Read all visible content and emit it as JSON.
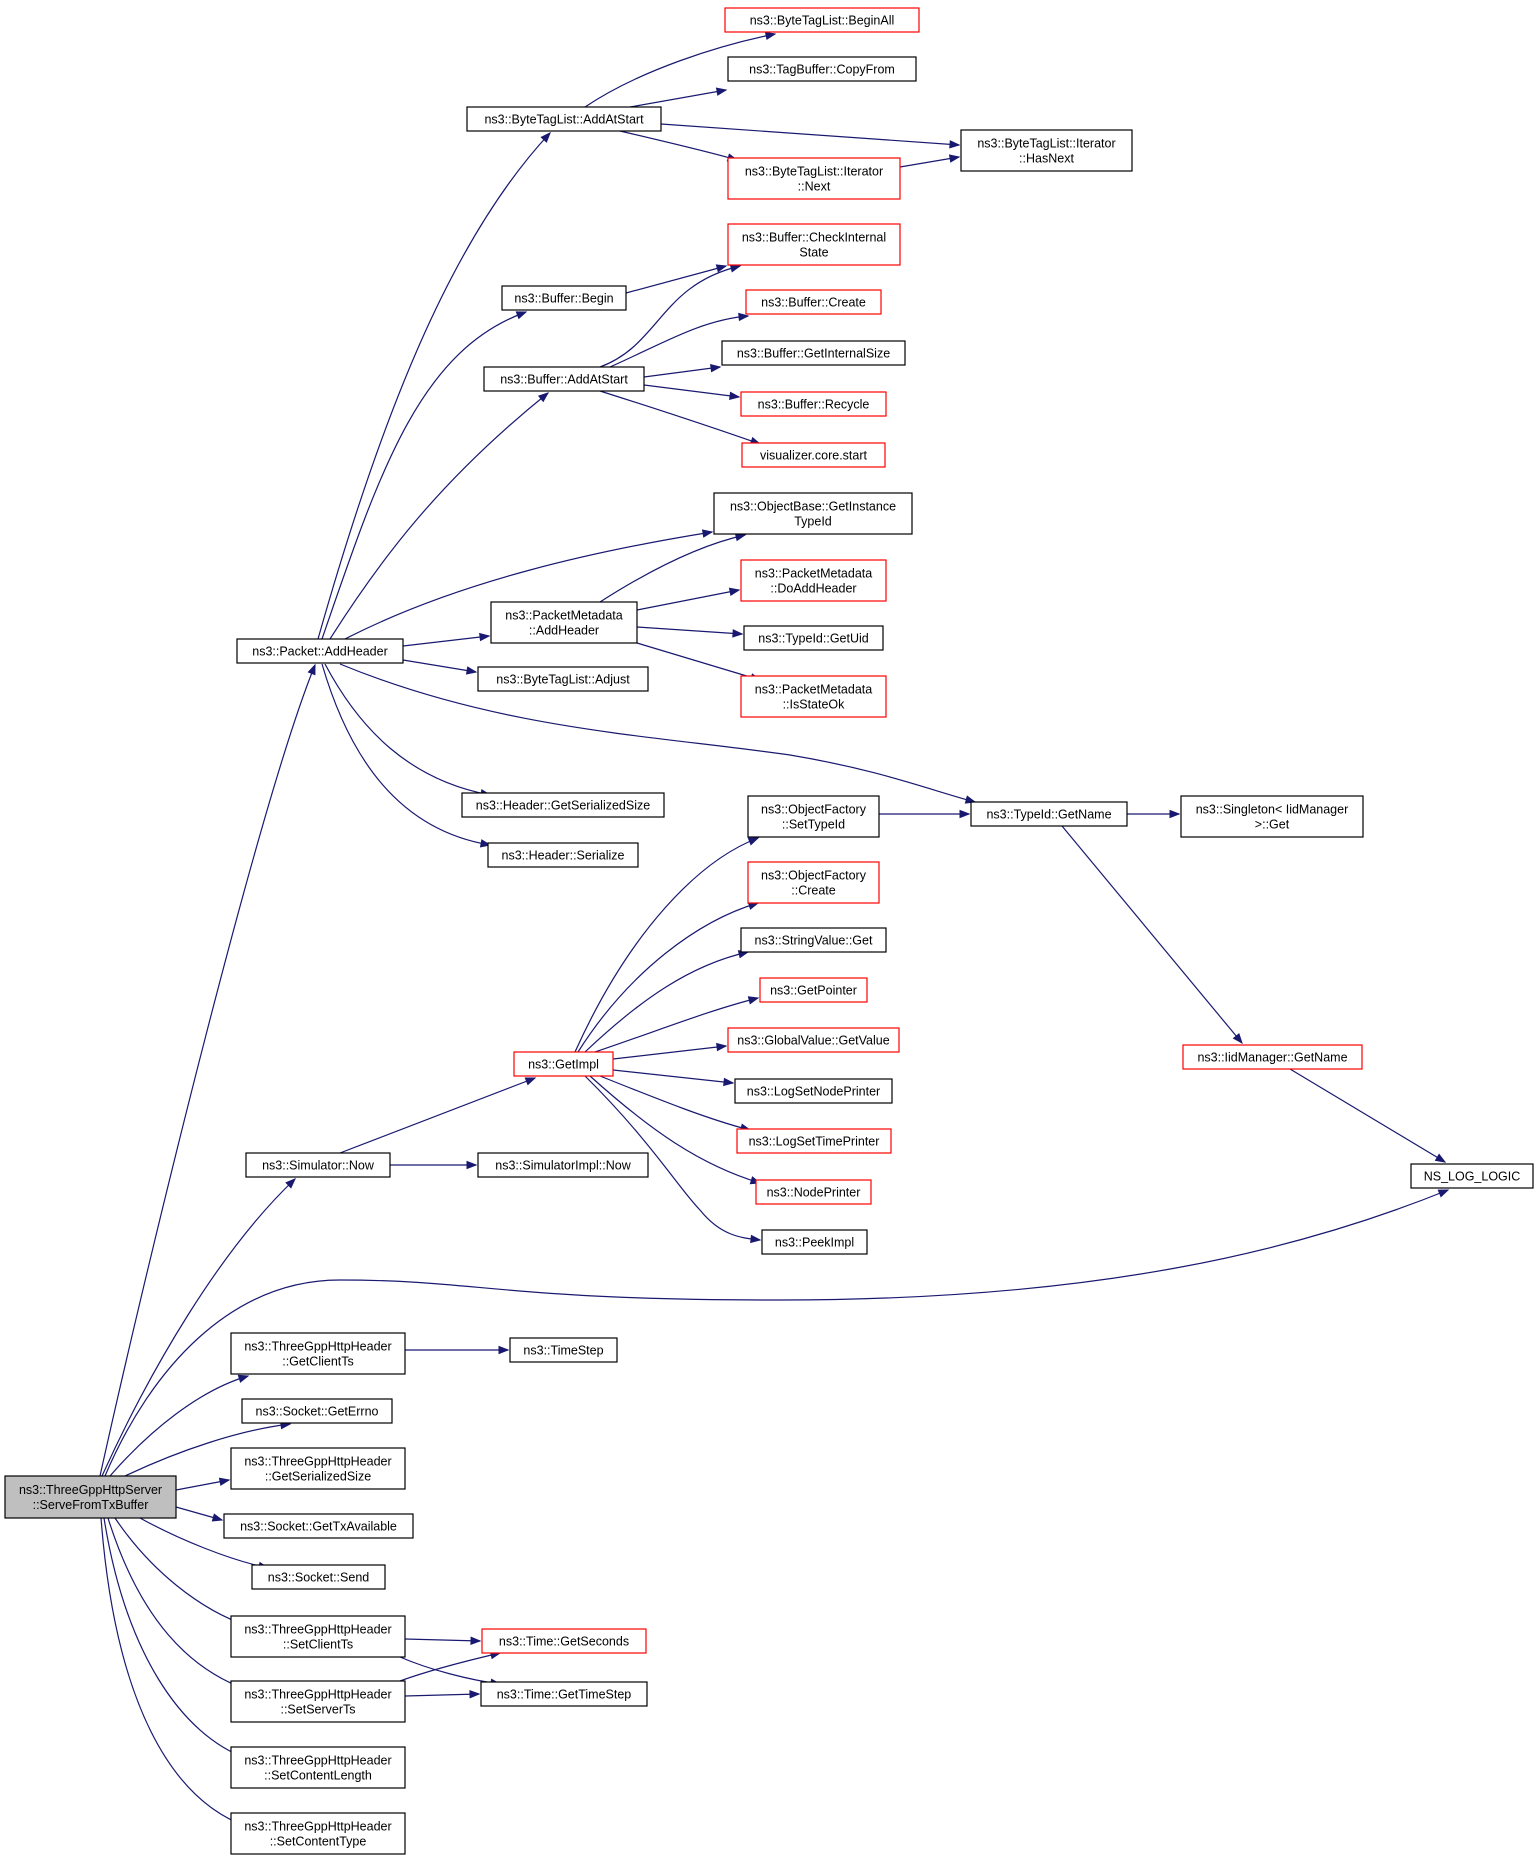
{
  "graph": {
    "colors": {
      "edge": "#191970",
      "box_border": "#000000",
      "truncated_border": "#ff0000",
      "root_fill": "#bfbfbf",
      "box_fill": "#ffffff"
    },
    "legend_note": "red border = node with further (truncated) calls",
    "nodes": [
      {
        "id": "root",
        "lines": [
          "ns3::ThreeGppHttpServer",
          "::ServeFromTxBuffer"
        ],
        "style": "root"
      },
      {
        "id": "packet_addheader",
        "lines": [
          "ns3::Packet::AddHeader"
        ],
        "style": "normal"
      },
      {
        "id": "simulator_now",
        "lines": [
          "ns3::Simulator::Now"
        ],
        "style": "normal"
      },
      {
        "id": "hdr_getclientts",
        "lines": [
          "ns3::ThreeGppHttpHeader",
          "::GetClientTs"
        ],
        "style": "normal"
      },
      {
        "id": "socket_geterrno",
        "lines": [
          "ns3::Socket::GetErrno"
        ],
        "style": "normal"
      },
      {
        "id": "hdr_getserializedsize",
        "lines": [
          "ns3::ThreeGppHttpHeader",
          "::GetSerializedSize"
        ],
        "style": "normal"
      },
      {
        "id": "socket_gettxavailable",
        "lines": [
          "ns3::Socket::GetTxAvailable"
        ],
        "style": "normal"
      },
      {
        "id": "socket_send",
        "lines": [
          "ns3::Socket::Send"
        ],
        "style": "normal"
      },
      {
        "id": "hdr_setclientts",
        "lines": [
          "ns3::ThreeGppHttpHeader",
          "::SetClientTs"
        ],
        "style": "normal"
      },
      {
        "id": "hdr_setserverts",
        "lines": [
          "ns3::ThreeGppHttpHeader",
          "::SetServerTs"
        ],
        "style": "normal"
      },
      {
        "id": "hdr_setcontentlength",
        "lines": [
          "ns3::ThreeGppHttpHeader",
          "::SetContentLength"
        ],
        "style": "normal"
      },
      {
        "id": "hdr_setcontenttype",
        "lines": [
          "ns3::ThreeGppHttpHeader",
          "::SetContentType"
        ],
        "style": "normal"
      },
      {
        "id": "btl_addatstart",
        "lines": [
          "ns3::ByteTagList::AddAtStart"
        ],
        "style": "normal"
      },
      {
        "id": "buffer_begin",
        "lines": [
          "ns3::Buffer::Begin"
        ],
        "style": "normal"
      },
      {
        "id": "buffer_addatstart",
        "lines": [
          "ns3::Buffer::AddAtStart"
        ],
        "style": "normal"
      },
      {
        "id": "pm_addheader",
        "lines": [
          "ns3::PacketMetadata",
          "::AddHeader"
        ],
        "style": "normal"
      },
      {
        "id": "btl_adjust",
        "lines": [
          "ns3::ByteTagList::Adjust"
        ],
        "style": "normal"
      },
      {
        "id": "header_getserializedsize",
        "lines": [
          "ns3::Header::GetSerializedSize"
        ],
        "style": "normal"
      },
      {
        "id": "header_serialize",
        "lines": [
          "ns3::Header::Serialize"
        ],
        "style": "normal"
      },
      {
        "id": "getimpl",
        "lines": [
          "ns3::GetImpl"
        ],
        "style": "truncated"
      },
      {
        "id": "simimpl_now",
        "lines": [
          "ns3::SimulatorImpl::Now"
        ],
        "style": "normal"
      },
      {
        "id": "timestep",
        "lines": [
          "ns3::TimeStep"
        ],
        "style": "normal"
      },
      {
        "id": "time_getseconds",
        "lines": [
          "ns3::Time::GetSeconds"
        ],
        "style": "truncated"
      },
      {
        "id": "time_gettimestep",
        "lines": [
          "ns3::Time::GetTimeStep"
        ],
        "style": "normal"
      },
      {
        "id": "btl_beginall",
        "lines": [
          "ns3::ByteTagList::BeginAll"
        ],
        "style": "truncated"
      },
      {
        "id": "tagbuffer_copyfrom",
        "lines": [
          "ns3::TagBuffer::CopyFrom"
        ],
        "style": "normal"
      },
      {
        "id": "btl_it_next",
        "lines": [
          "ns3::ByteTagList::Iterator",
          "::Next"
        ],
        "style": "truncated"
      },
      {
        "id": "btl_it_hasnext",
        "lines": [
          "ns3::ByteTagList::Iterator",
          "::HasNext"
        ],
        "style": "normal"
      },
      {
        "id": "buffer_checkinternalstate",
        "lines": [
          "ns3::Buffer::CheckInternal",
          "State"
        ],
        "style": "truncated"
      },
      {
        "id": "buffer_create",
        "lines": [
          "ns3::Buffer::Create"
        ],
        "style": "truncated"
      },
      {
        "id": "buffer_getinternalsize",
        "lines": [
          "ns3::Buffer::GetInternalSize"
        ],
        "style": "normal"
      },
      {
        "id": "buffer_recycle",
        "lines": [
          "ns3::Buffer::Recycle"
        ],
        "style": "truncated"
      },
      {
        "id": "viz_core_start",
        "lines": [
          "visualizer.core.start"
        ],
        "style": "truncated"
      },
      {
        "id": "objbase_getinstancetypeid",
        "lines": [
          "ns3::ObjectBase::GetInstance",
          "TypeId"
        ],
        "style": "normal"
      },
      {
        "id": "pm_doaddheader",
        "lines": [
          "ns3::PacketMetadata",
          "::DoAddHeader"
        ],
        "style": "truncated"
      },
      {
        "id": "typeid_getuid",
        "lines": [
          "ns3::TypeId::GetUid"
        ],
        "style": "normal"
      },
      {
        "id": "pm_isstateok",
        "lines": [
          "ns3::PacketMetadata",
          "::IsStateOk"
        ],
        "style": "truncated"
      },
      {
        "id": "objfactory_settypeid",
        "lines": [
          "ns3::ObjectFactory",
          "::SetTypeId"
        ],
        "style": "normal"
      },
      {
        "id": "typeid_getname",
        "lines": [
          "ns3::TypeId::GetName"
        ],
        "style": "normal"
      },
      {
        "id": "singleton_get",
        "lines": [
          "ns3::Singleton< IidManager",
          ">::Get"
        ],
        "style": "normal"
      },
      {
        "id": "objfactory_create",
        "lines": [
          "ns3::ObjectFactory",
          "::Create"
        ],
        "style": "truncated"
      },
      {
        "id": "stringvalue_get",
        "lines": [
          "ns3::StringValue::Get"
        ],
        "style": "normal"
      },
      {
        "id": "getpointer",
        "lines": [
          "ns3::GetPointer"
        ],
        "style": "truncated"
      },
      {
        "id": "globalvalue_getvalue",
        "lines": [
          "ns3::GlobalValue::GetValue"
        ],
        "style": "truncated"
      },
      {
        "id": "logsetnodeprinter",
        "lines": [
          "ns3::LogSetNodePrinter"
        ],
        "style": "normal"
      },
      {
        "id": "logsettimeprinter",
        "lines": [
          "ns3::LogSetTimePrinter"
        ],
        "style": "truncated"
      },
      {
        "id": "nodeprinter",
        "lines": [
          "ns3::NodePrinter"
        ],
        "style": "truncated"
      },
      {
        "id": "peekimpl",
        "lines": [
          "ns3::PeekImpl"
        ],
        "style": "normal"
      },
      {
        "id": "iidmanager_getname",
        "lines": [
          "ns3::IidManager::GetName"
        ],
        "style": "truncated"
      },
      {
        "id": "ns_log_logic",
        "lines": [
          "NS_LOG_LOGIC"
        ],
        "style": "normal"
      }
    ],
    "edges": [
      {
        "from": "root",
        "to": "packet_addheader"
      },
      {
        "from": "root",
        "to": "simulator_now"
      },
      {
        "from": "root",
        "to": "ns_log_logic"
      },
      {
        "from": "root",
        "to": "hdr_getclientts"
      },
      {
        "from": "root",
        "to": "socket_geterrno"
      },
      {
        "from": "root",
        "to": "hdr_getserializedsize"
      },
      {
        "from": "root",
        "to": "socket_gettxavailable"
      },
      {
        "from": "root",
        "to": "socket_send"
      },
      {
        "from": "root",
        "to": "hdr_setclientts"
      },
      {
        "from": "root",
        "to": "hdr_setserverts"
      },
      {
        "from": "root",
        "to": "hdr_setcontentlength"
      },
      {
        "from": "root",
        "to": "hdr_setcontenttype"
      },
      {
        "from": "packet_addheader",
        "to": "btl_addatstart"
      },
      {
        "from": "packet_addheader",
        "to": "buffer_begin"
      },
      {
        "from": "packet_addheader",
        "to": "buffer_addatstart"
      },
      {
        "from": "packet_addheader",
        "to": "objbase_getinstancetypeid"
      },
      {
        "from": "packet_addheader",
        "to": "pm_addheader"
      },
      {
        "from": "packet_addheader",
        "to": "btl_adjust"
      },
      {
        "from": "packet_addheader",
        "to": "typeid_getname"
      },
      {
        "from": "packet_addheader",
        "to": "header_getserializedsize"
      },
      {
        "from": "packet_addheader",
        "to": "header_serialize"
      },
      {
        "from": "btl_addatstart",
        "to": "btl_beginall"
      },
      {
        "from": "btl_addatstart",
        "to": "tagbuffer_copyfrom"
      },
      {
        "from": "btl_addatstart",
        "to": "btl_it_hasnext"
      },
      {
        "from": "btl_addatstart",
        "to": "btl_it_next"
      },
      {
        "from": "btl_it_next",
        "to": "btl_it_hasnext"
      },
      {
        "from": "buffer_begin",
        "to": "buffer_checkinternalstate"
      },
      {
        "from": "buffer_addatstart",
        "to": "buffer_checkinternalstate"
      },
      {
        "from": "buffer_addatstart",
        "to": "buffer_create"
      },
      {
        "from": "buffer_addatstart",
        "to": "buffer_getinternalsize"
      },
      {
        "from": "buffer_addatstart",
        "to": "buffer_recycle"
      },
      {
        "from": "buffer_addatstart",
        "to": "viz_core_start"
      },
      {
        "from": "pm_addheader",
        "to": "objbase_getinstancetypeid"
      },
      {
        "from": "pm_addheader",
        "to": "pm_doaddheader"
      },
      {
        "from": "pm_addheader",
        "to": "typeid_getuid"
      },
      {
        "from": "pm_addheader",
        "to": "pm_isstateok"
      },
      {
        "from": "simulator_now",
        "to": "getimpl"
      },
      {
        "from": "simulator_now",
        "to": "simimpl_now"
      },
      {
        "from": "getimpl",
        "to": "objfactory_settypeid"
      },
      {
        "from": "getimpl",
        "to": "objfactory_create"
      },
      {
        "from": "getimpl",
        "to": "stringvalue_get"
      },
      {
        "from": "getimpl",
        "to": "getpointer"
      },
      {
        "from": "getimpl",
        "to": "globalvalue_getvalue"
      },
      {
        "from": "getimpl",
        "to": "logsetnodeprinter"
      },
      {
        "from": "getimpl",
        "to": "logsettimeprinter"
      },
      {
        "from": "getimpl",
        "to": "nodeprinter"
      },
      {
        "from": "getimpl",
        "to": "peekimpl"
      },
      {
        "from": "objfactory_settypeid",
        "to": "typeid_getname"
      },
      {
        "from": "typeid_getname",
        "to": "singleton_get"
      },
      {
        "from": "typeid_getname",
        "to": "iidmanager_getname"
      },
      {
        "from": "iidmanager_getname",
        "to": "ns_log_logic"
      },
      {
        "from": "hdr_getclientts",
        "to": "timestep"
      },
      {
        "from": "hdr_setclientts",
        "to": "time_getseconds"
      },
      {
        "from": "hdr_setclientts",
        "to": "time_gettimestep"
      },
      {
        "from": "hdr_setserverts",
        "to": "time_getseconds"
      },
      {
        "from": "hdr_setserverts",
        "to": "time_gettimestep"
      }
    ]
  }
}
